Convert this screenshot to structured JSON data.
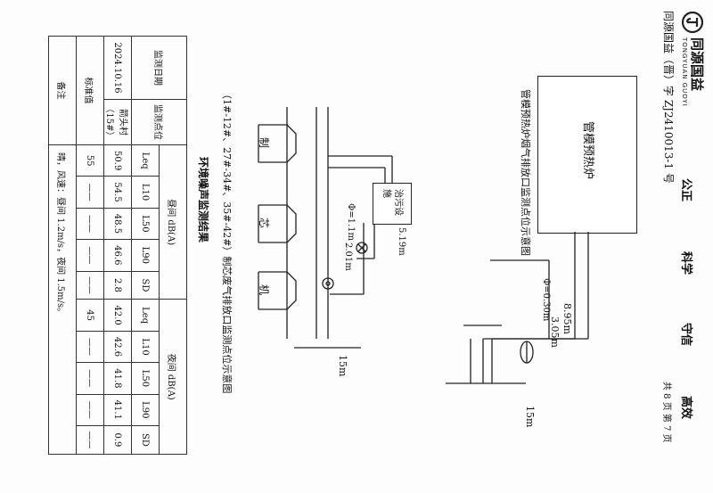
{
  "header": {
    "company_name": "同源国益",
    "company_latin": "TONGYUAN GUOYI",
    "report_no": "同源国益（晋）字 ZJ2410013-1 号",
    "motto": [
      "公正",
      "科学",
      "守信",
      "高效"
    ],
    "pages": "共 8 页  第 7 页"
  },
  "diagram1": {
    "heater": "管模预热炉",
    "diameter": "Φ=0.30m",
    "dim_a": "8.95m",
    "dim_b": "3.05m",
    "dim_c": "15m",
    "title": "管模预热炉烟气排放口监测点位示意图"
  },
  "diagram2": {
    "units": [
      "制",
      "芯",
      "机"
    ],
    "treatment": "治污设施",
    "diameter": "Φ=1.1m",
    "dim_a": "5.19m",
    "dim_b": "2.01m",
    "dim_c": "15m",
    "title": "（1#-12#、27#-34#、35#-42#）制芯废气排放口监测点位示意图"
  },
  "noise_table": {
    "title": "环境噪声监测结果",
    "col_date": "监测日期",
    "col_point": "监测点位",
    "day_group": "昼间 dB(A)",
    "night_group": "夜间 dB(A)",
    "metrics": [
      "Leq",
      "L10",
      "L50",
      "L90",
      "SD"
    ],
    "row_date": "2024.10.16",
    "row_point": "箭头村（15#）",
    "day_values": [
      "50.9",
      "54.5",
      "48.5",
      "46.6",
      "2.8"
    ],
    "night_values": [
      "42.0",
      "42.6",
      "41.8",
      "41.1",
      "0.9"
    ],
    "standard_label": "标准值",
    "standard_day": "55",
    "standard_night": "45",
    "dash": "——",
    "remark_label": "备注",
    "remark": "晴，风速：昼间 1.2m/s，夜间 1.5m/s。"
  }
}
